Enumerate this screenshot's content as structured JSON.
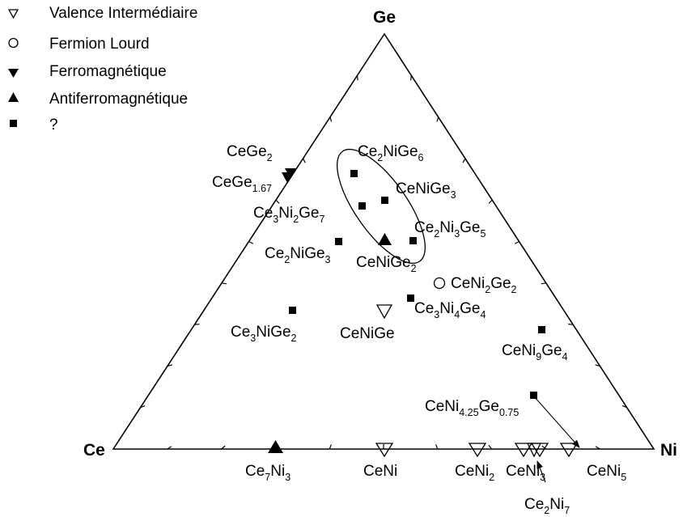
{
  "legend": [
    {
      "symbol": "triangle-down-open",
      "label": "Valence Intermédiaire"
    },
    {
      "symbol": "circle-open",
      "label": "Fermion Lourd"
    },
    {
      "symbol": "triangle-down-filled",
      "label": "Ferromagnétique"
    },
    {
      "symbol": "triangle-up-filled",
      "label": "Antiferromagnétique"
    },
    {
      "symbol": "square-filled",
      "label": "?"
    }
  ],
  "vertices": {
    "top": "Ge",
    "left": "Ce",
    "right": "Ni"
  },
  "compounds": [
    {
      "formula": [
        [
          "CeGe",
          ""
        ],
        [
          "2",
          "s"
        ]
      ],
      "symbol": "triangle-down-filled"
    },
    {
      "formula": [
        [
          "CeGe",
          ""
        ],
        [
          "1.67",
          "s"
        ]
      ],
      "symbol": "triangle-down-filled"
    },
    {
      "formula": [
        [
          "Ce",
          ""
        ],
        [
          "2",
          "s"
        ],
        [
          "NiGe",
          ""
        ],
        [
          "6",
          "s"
        ]
      ],
      "symbol": "square-filled"
    },
    {
      "formula": [
        [
          "CeNiGe",
          ""
        ],
        [
          "3",
          "s"
        ]
      ],
      "symbol": "square-filled"
    },
    {
      "formula": [
        [
          "Ce",
          ""
        ],
        [
          "3",
          "s"
        ],
        [
          "Ni",
          ""
        ],
        [
          "2",
          "s"
        ],
        [
          "Ge",
          ""
        ],
        [
          "7",
          "s"
        ]
      ],
      "symbol": "square-filled"
    },
    {
      "formula": [
        [
          "Ce",
          ""
        ],
        [
          "2",
          "s"
        ],
        [
          "Ni",
          ""
        ],
        [
          "3",
          "s"
        ],
        [
          "Ge",
          ""
        ],
        [
          "5",
          "s"
        ]
      ],
      "symbol": "square-filled"
    },
    {
      "formula": [
        [
          "Ce",
          ""
        ],
        [
          "2",
          "s"
        ],
        [
          "NiGe",
          ""
        ],
        [
          "3",
          "s"
        ]
      ],
      "symbol": "square-filled"
    },
    {
      "formula": [
        [
          "CeNiGe",
          ""
        ],
        [
          "2",
          "s"
        ]
      ],
      "symbol": "triangle-up-filled"
    },
    {
      "formula": [
        [
          "CeNi",
          ""
        ],
        [
          "2",
          "s"
        ],
        [
          "Ge",
          ""
        ],
        [
          "2",
          "s"
        ]
      ],
      "symbol": "circle-open"
    },
    {
      "formula": [
        [
          "Ce",
          ""
        ],
        [
          "3",
          "s"
        ],
        [
          "NiGe",
          ""
        ],
        [
          "2",
          "s"
        ]
      ],
      "symbol": "square-filled"
    },
    {
      "formula": [
        [
          "CeNiGe",
          ""
        ]
      ],
      "symbol": "triangle-down-open"
    },
    {
      "formula": [
        [
          "Ce",
          ""
        ],
        [
          "3",
          "s"
        ],
        [
          "Ni",
          ""
        ],
        [
          "4",
          "s"
        ],
        [
          "Ge",
          ""
        ],
        [
          "4",
          "s"
        ]
      ],
      "symbol": "square-filled"
    },
    {
      "formula": [
        [
          "CeNi",
          ""
        ],
        [
          "9",
          "s"
        ],
        [
          "Ge",
          ""
        ],
        [
          "4",
          "s"
        ]
      ],
      "symbol": "square-filled"
    },
    {
      "formula": [
        [
          "CeNi",
          ""
        ],
        [
          "4.25",
          "s"
        ],
        [
          "Ge",
          ""
        ],
        [
          "0.75",
          "s"
        ]
      ],
      "symbol": "square-filled"
    },
    {
      "formula": [
        [
          "Ce",
          ""
        ],
        [
          "7",
          "s"
        ],
        [
          "Ni",
          ""
        ],
        [
          "3",
          "s"
        ]
      ],
      "symbol": "triangle-up-filled"
    },
    {
      "formula": [
        [
          "CeNi",
          ""
        ]
      ],
      "symbol": "triangle-down-open"
    },
    {
      "formula": [
        [
          "CeNi",
          ""
        ],
        [
          "2",
          "s"
        ]
      ],
      "symbol": "triangle-down-open"
    },
    {
      "formula": [
        [
          "CeNi",
          ""
        ],
        [
          "3",
          "s"
        ]
      ],
      "symbol": "triangle-down-open"
    },
    {
      "formula": [
        [
          "Ce",
          ""
        ],
        [
          "2",
          "s"
        ],
        [
          "Ni",
          ""
        ],
        [
          "7",
          "s"
        ]
      ],
      "symbol": "triangle-down-open"
    },
    {
      "formula": [
        [
          "CeNi",
          ""
        ],
        [
          "5",
          "s"
        ]
      ],
      "symbol": "triangle-down-open"
    }
  ]
}
